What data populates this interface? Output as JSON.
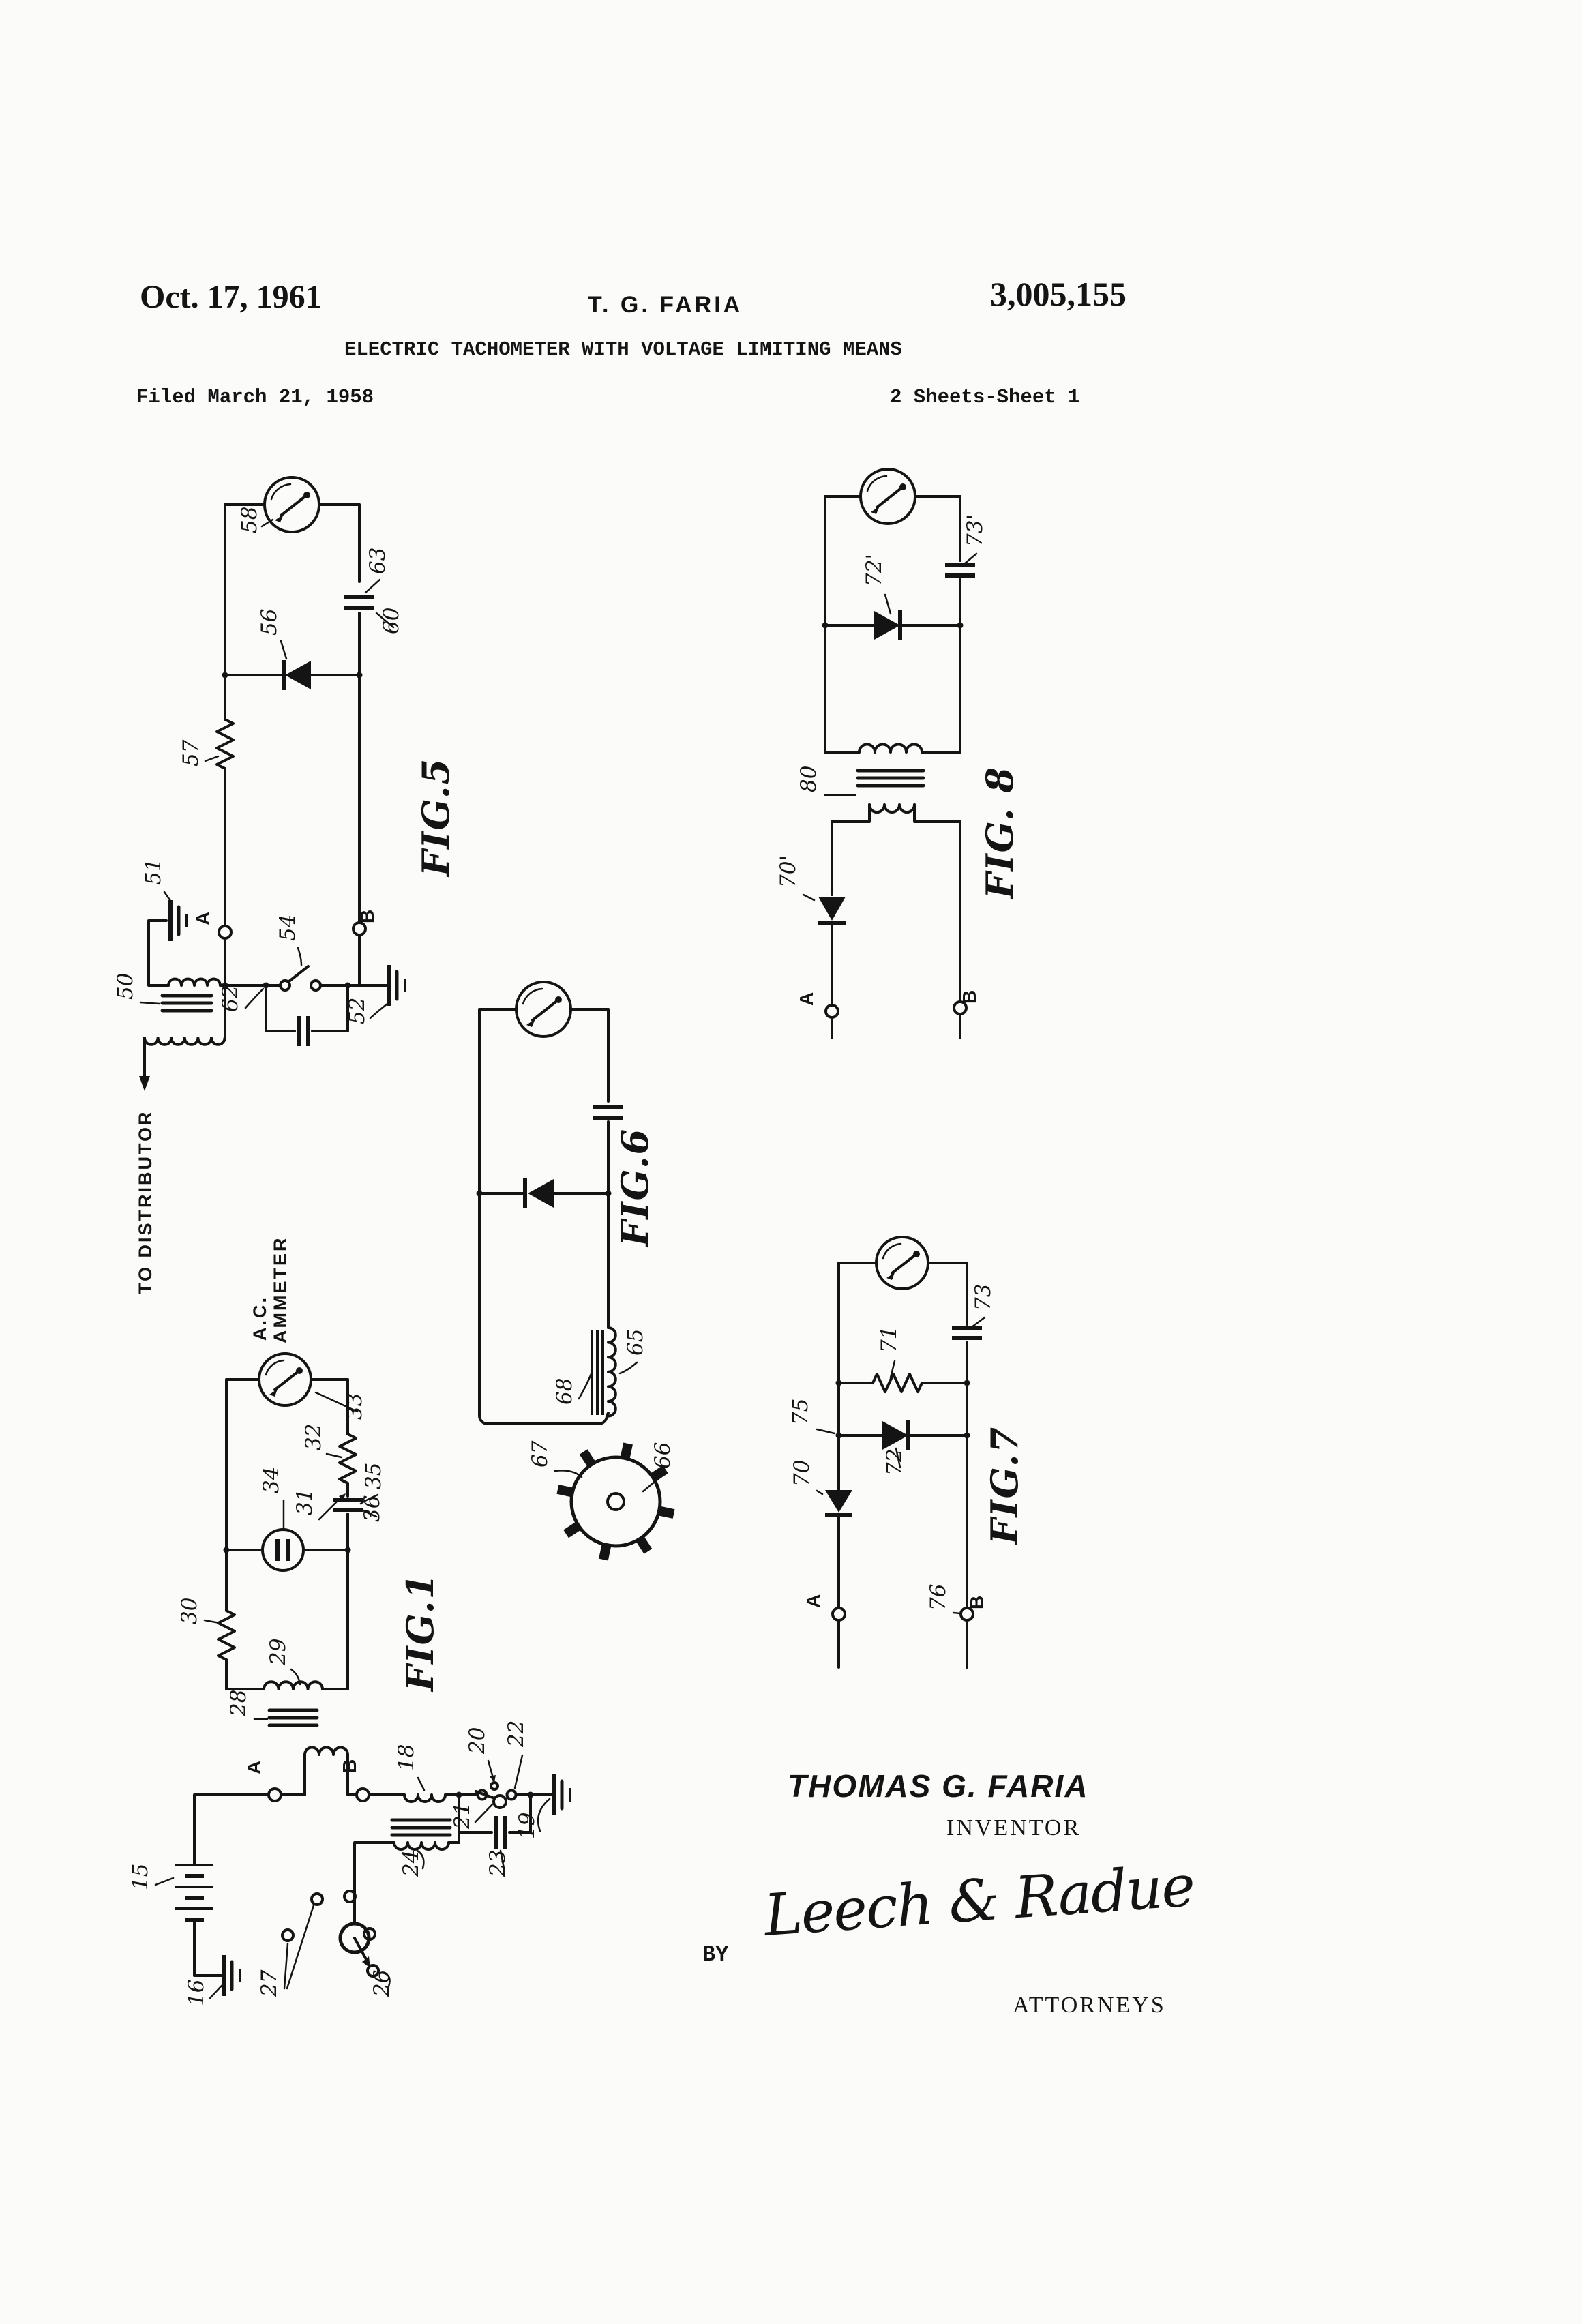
{
  "header": {
    "date": "Oct. 17, 1961",
    "author": "T. G. FARIA",
    "patent_number": "3,005,155",
    "title": "ELECTRIC TACHOMETER WITH VOLTAGE LIMITING MEANS",
    "filed": "Filed March 21, 1958",
    "sheet": "2 Sheets-Sheet 1"
  },
  "annotations": {
    "to_distributor": "TO DISTRIBUTOR",
    "ac_line1": "A.C.",
    "ac_line2": "AMMETER"
  },
  "figures": {
    "fig1": {
      "title": "FIG.1",
      "refs": {
        "15": "15",
        "16": "16",
        "18": "18",
        "19": "19",
        "20": "20",
        "21": "21",
        "22": "22",
        "23": "23",
        "24": "24",
        "26": "26",
        "27": "27",
        "28": "28",
        "29": "29",
        "30": "30",
        "31": "31",
        "32": "32",
        "33": "33",
        "34": "34",
        "35": "35",
        "36": "36",
        "A": "A",
        "B": "B"
      }
    },
    "fig5": {
      "title": "FIG.5",
      "refs": {
        "50": "50",
        "51": "51",
        "52": "52",
        "54": "54",
        "56": "56",
        "57": "57",
        "58": "58",
        "60": "60",
        "62": "62",
        "63": "63",
        "A": "A",
        "B": "B"
      }
    },
    "fig6": {
      "title": "FIG.6",
      "refs": {
        "65": "65",
        "66": "66",
        "67": "67",
        "68": "68"
      }
    },
    "fig7": {
      "title": "FIG.7",
      "refs": {
        "70": "70",
        "71": "71",
        "72": "72",
        "73": "73",
        "75": "75",
        "76": "76",
        "A": "A",
        "B": "B"
      }
    },
    "fig8": {
      "title": "FIG. 8",
      "refs": {
        "70p": "70'",
        "72p": "72'",
        "73p": "73'",
        "80": "80",
        "A": "A",
        "B": "B"
      }
    }
  },
  "signature": {
    "inventor_name": "THOMAS G. FARIA",
    "inventor_label": "INVENTOR",
    "by_label": "BY",
    "signature_text": "Leech & Radue",
    "attorneys_label": "ATTORNEYS"
  }
}
